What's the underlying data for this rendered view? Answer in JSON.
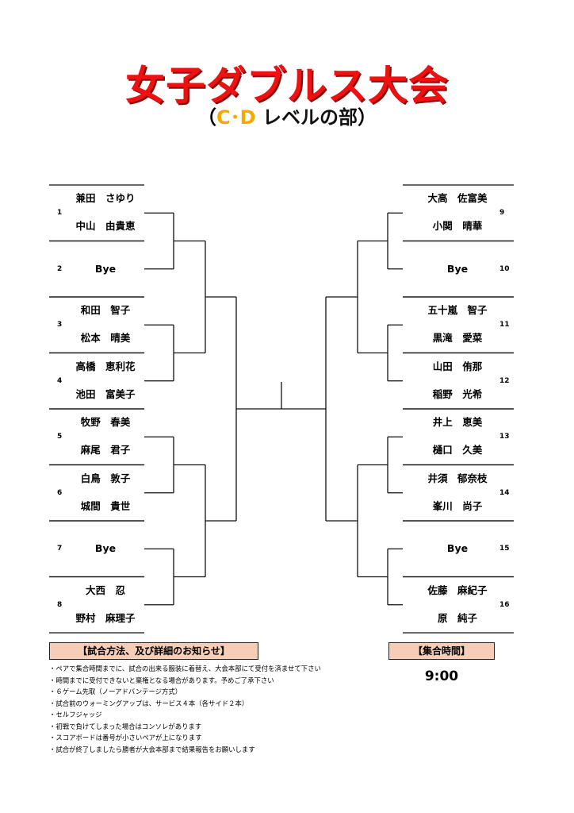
{
  "title": "女子ダブルス大会",
  "subtitle": {
    "cd": "C･D",
    "rest": " レベルの部",
    "open": "（",
    "close": "）"
  },
  "left_pairs": [
    {
      "seed": "1",
      "names": [
        "兼田　さゆり",
        "中山　由貴恵"
      ]
    },
    {
      "seed": "2",
      "names": [
        "Bye"
      ]
    },
    {
      "seed": "3",
      "names": [
        "和田　智子",
        "松本　晴美"
      ]
    },
    {
      "seed": "4",
      "names": [
        "高橋　恵利花",
        "池田　富美子"
      ]
    },
    {
      "seed": "5",
      "names": [
        "牧野　春美",
        "麻尾　君子"
      ]
    },
    {
      "seed": "6",
      "names": [
        "白鳥　敦子",
        "城間　貴世"
      ]
    },
    {
      "seed": "7",
      "names": [
        "Bye"
      ]
    },
    {
      "seed": "8",
      "names": [
        "大西　忍",
        "野村　麻理子"
      ]
    }
  ],
  "right_pairs": [
    {
      "seed": "9",
      "names": [
        "大高　佐富美",
        "小関　晴華"
      ]
    },
    {
      "seed": "10",
      "names": [
        "Bye"
      ]
    },
    {
      "seed": "11",
      "names": [
        "五十嵐　智子",
        "黒滝　愛菜"
      ]
    },
    {
      "seed": "12",
      "names": [
        "山田　侑那",
        "稲野　光希"
      ]
    },
    {
      "seed": "13",
      "names": [
        "井上　恵美",
        "樋口　久美"
      ]
    },
    {
      "seed": "14",
      "names": [
        "井須　郁奈枝",
        "峯川　尚子"
      ]
    },
    {
      "seed": "15",
      "names": [
        "Bye"
      ]
    },
    {
      "seed": "16",
      "names": [
        "佐藤　麻紀子",
        "原　純子"
      ]
    }
  ],
  "info_box": {
    "title": "【試合方法、及び詳細のお知らせ】",
    "notes": [
      "・ペアで集合時間までに、試合の出来る服装に着替え、大会本部にて受付を済ませて下さい",
      "・時間までに受付できないと棄権となる場合があります。予めご了承下さい",
      "・６ゲーム先取（ノーアドバンテージ方式）",
      "・試合前のウォーミングアップは、サービス４本（各サイド２本）",
      "・セルフジャッジ",
      "・初戦で負けてしまった場合はコンソレがあります",
      "・スコアボードは番号が小さいペアが上になります",
      "・試合が終了しましたら勝者が大会本部まで結果報告をお願いします"
    ]
  },
  "meeting_box": {
    "title": "【集合時間】",
    "time": "9:00"
  },
  "colors": {
    "title_red": "#ee1111",
    "cd_yellow": "#f2a900",
    "box_fill": "#f6cdb6"
  }
}
